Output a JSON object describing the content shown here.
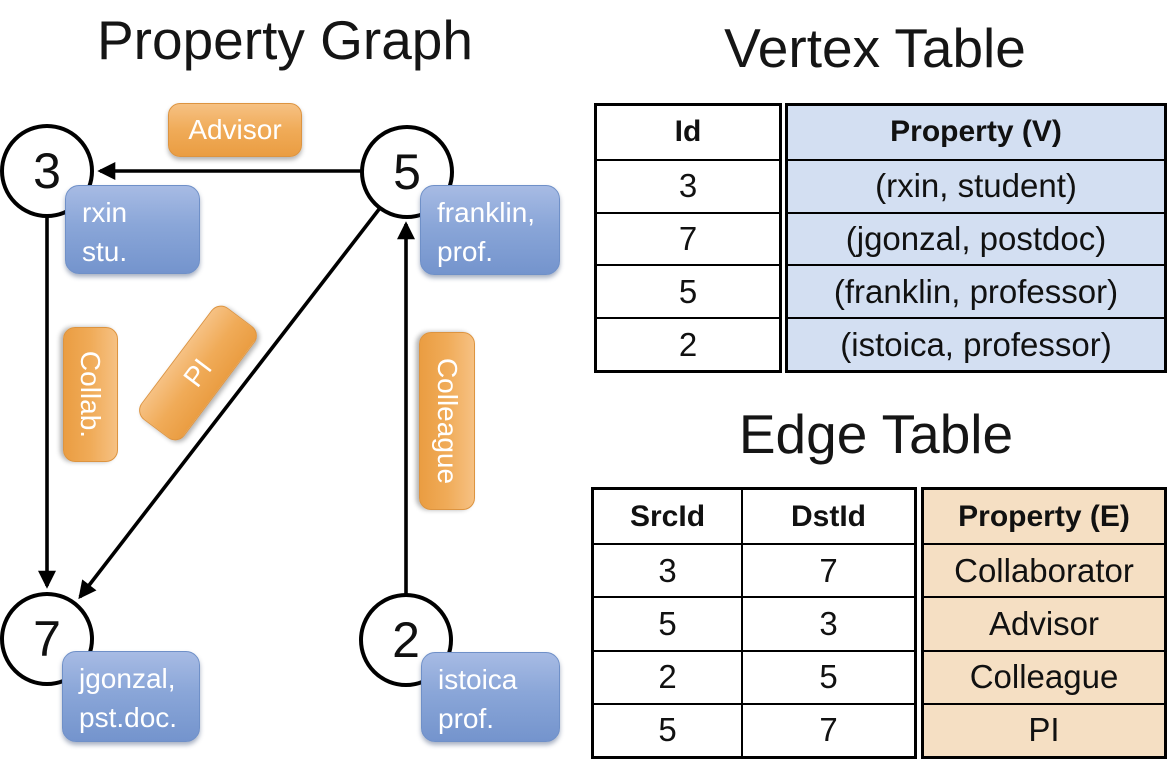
{
  "titles": {
    "property_graph": "Property Graph",
    "vertex_table": "Vertex Table",
    "edge_table": "Edge Table"
  },
  "graph": {
    "nodes": [
      {
        "id": "3",
        "property_line1": "rxin",
        "property_line2": "stu."
      },
      {
        "id": "5",
        "property_line1": "franklin,",
        "property_line2": "prof."
      },
      {
        "id": "7",
        "property_line1": "jgonzal,",
        "property_line2": "pst.doc."
      },
      {
        "id": "2",
        "property_line1": "istoica",
        "property_line2": "prof."
      }
    ],
    "edge_labels": {
      "advisor": "Advisor",
      "collab": "Collab.",
      "pi": "PI",
      "colleague": "Colleague"
    }
  },
  "vertex_table": {
    "columns": [
      "Id",
      "Property (V)"
    ],
    "rows": [
      [
        "3",
        "(rxin, student)"
      ],
      [
        "7",
        "(jgonzal, postdoc)"
      ],
      [
        "5",
        "(franklin, professor)"
      ],
      [
        "2",
        "(istoica, professor)"
      ]
    ]
  },
  "edge_table": {
    "columns": [
      "SrcId",
      "DstId",
      "Property (E)"
    ],
    "rows": [
      [
        "3",
        "7",
        "Collaborator"
      ],
      [
        "5",
        "3",
        "Advisor"
      ],
      [
        "2",
        "5",
        "Colleague"
      ],
      [
        "5",
        "7",
        "PI"
      ]
    ]
  },
  "colors": {
    "orange_label": "#efa953",
    "blue_property_box": "#85a3d8",
    "vertex_property_fill": "#d3dff2",
    "edge_property_fill": "#f5dfc3",
    "line": "#000000"
  }
}
